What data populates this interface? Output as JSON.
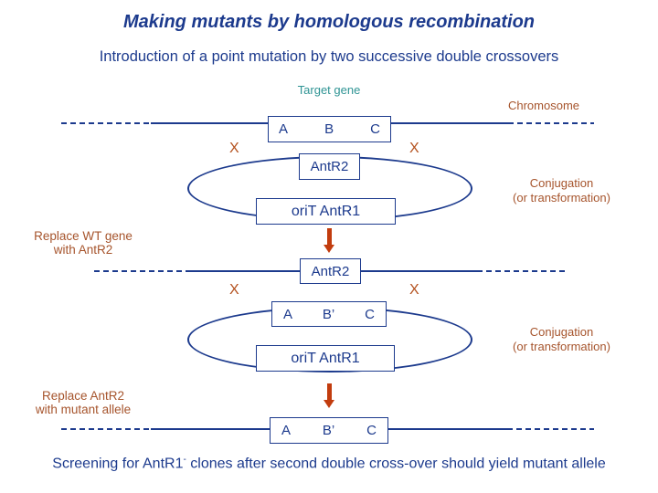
{
  "title": "Making mutants by homologous recombination",
  "subtitle": "Introduction of a point mutation by two successive double crossovers",
  "colors": {
    "navy": "#1c3a8d",
    "teal": "#2f9494",
    "orange": "#a6542c",
    "x_orange": "#b4511e",
    "red": "#c23c0e"
  },
  "diagram": {
    "target_gene_label": "Target gene",
    "chromosome_label": "Chromosome",
    "x_mark": "X",
    "row1": {
      "genes": [
        "A",
        "B",
        "C"
      ]
    },
    "plasmid1": {
      "marker": "AntR2",
      "oriT": "oriT AntR1"
    },
    "conjugation1": {
      "line1": "Conjugation",
      "line2": "(or transformation)"
    },
    "step1": {
      "line1": "Replace WT gene",
      "line2": "with AntR2"
    },
    "row2": {
      "marker": "AntR2"
    },
    "plasmid2": {
      "genes": [
        "A",
        "B’",
        "C"
      ],
      "oriT": "oriT AntR1"
    },
    "conjugation2": {
      "line1": "Conjugation",
      "line2": "(or transformation)"
    },
    "step2": {
      "line1": "Replace AntR2",
      "line2": "with mutant allele"
    },
    "row3": {
      "genes": [
        "A",
        "B’",
        "C"
      ]
    }
  },
  "footer": {
    "prefix": "Screening for AntR1",
    "superscript": "-",
    "suffix": " clones after second double cross-over should yield mutant allele"
  }
}
